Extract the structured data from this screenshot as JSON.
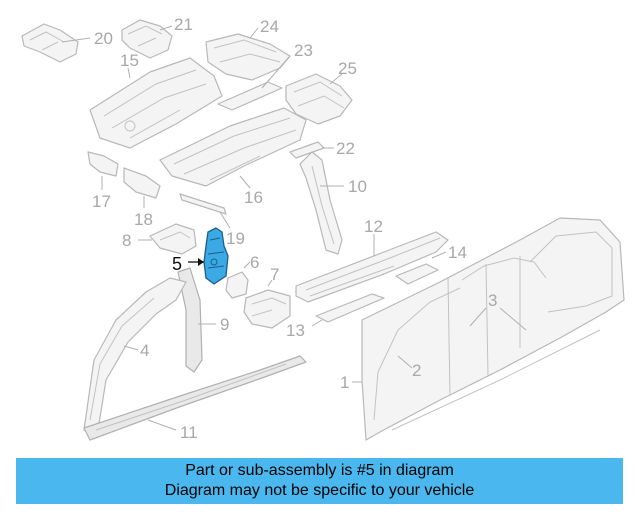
{
  "diagram": {
    "callouts": {
      "c1": "1",
      "c2": "2",
      "c3": "3",
      "c4": "4",
      "c5": "5",
      "c6": "6",
      "c7": "7",
      "c8": "8",
      "c9": "9",
      "c10": "10",
      "c11": "11",
      "c12": "12",
      "c13": "13",
      "c14": "14",
      "c15": "15",
      "c16": "16",
      "c17": "17",
      "c18": "18",
      "c19": "19",
      "c20": "20",
      "c21": "21",
      "c22": "22",
      "c23": "23",
      "c24": "24",
      "c25": "25"
    },
    "highlighted_part": "5",
    "highlight_color": "#3aa9e4",
    "line_color": "#b8b8b8"
  },
  "footer": {
    "line1": "Part or sub-assembly is #5 in diagram",
    "line2": "Diagram may not be specific to your vehicle",
    "background": "#4ab8ef"
  }
}
